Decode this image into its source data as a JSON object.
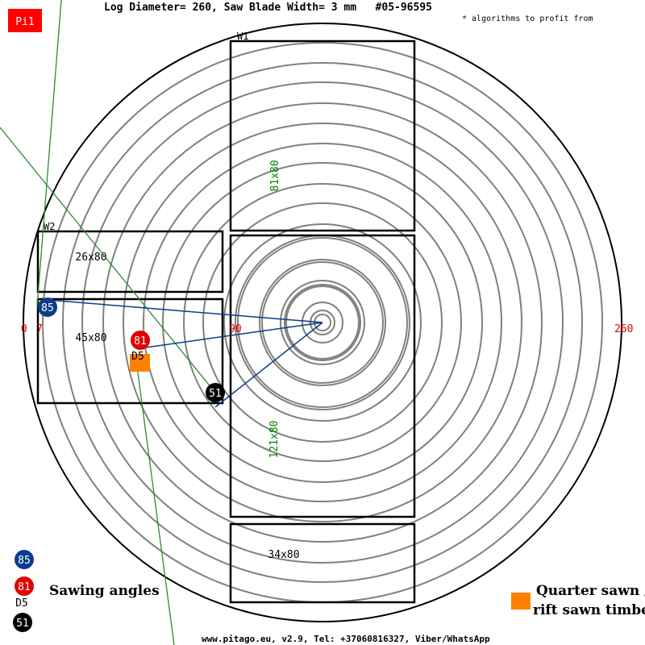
{
  "header": {
    "badge": "Pi1",
    "title": "Log Diameter= 260, Saw Blade Width= 3 mm   #05-96595",
    "subtitle": "* algorithms to profit from"
  },
  "footer": {
    "credits": "www.pitago.eu, v2.9, Tel: +37060816327, Viber/WhatsApp"
  },
  "scale_labels": [
    "0",
    "7",
    "90",
    "260"
  ],
  "boards": [
    {
      "label": "W1"
    },
    {
      "label": "81x80"
    },
    {
      "label": "121x80"
    },
    {
      "label": "34x80"
    },
    {
      "label": "W2"
    },
    {
      "label": "26x80"
    },
    {
      "label": "45x80"
    }
  ],
  "angle_markers": [
    {
      "value": "85",
      "color": "#0b3d8c"
    },
    {
      "value": "81",
      "color": "#e00000"
    },
    {
      "value": "D5",
      "color": "#000000"
    },
    {
      "value": "51",
      "color": "#000000"
    }
  ],
  "legend": {
    "sawing_angles": "Sawing angles",
    "markers": [
      "85",
      "81",
      "D5",
      "51"
    ],
    "quarter_sawn_line1": "Quarter sawn /",
    "quarter_sawn_line2": "rift sawn timber",
    "quarter_sawn_color": "#ff8000"
  },
  "colors": {
    "badge": "#ff0000",
    "scale": "#e00000",
    "board_dim": "#008000",
    "angle_line": "#0b3d8c",
    "guide_line": "#2e8b2e"
  }
}
